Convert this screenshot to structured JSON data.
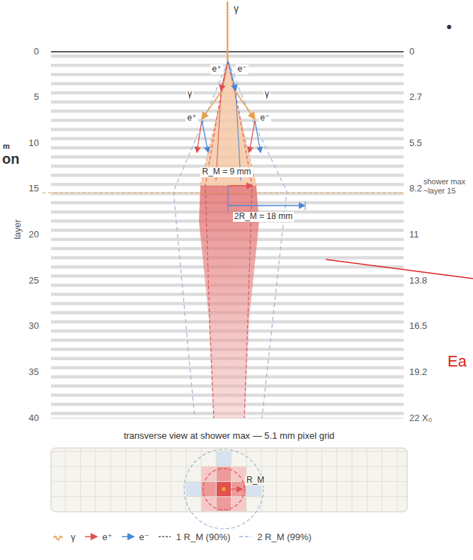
{
  "diagram": {
    "nodes": [
      {
        "text": [
          "transverse view at shower max — 5.1 mm pixel grid",
          "R_M"
        ]
      }
    ],
    "labels": [
      "γ",
      "e⁺",
      "e⁻",
      "γ",
      "γ",
      "e⁺",
      "e⁻",
      "R_M = 9 mm",
      "2R_M = 18 mm",
      "shower max ~layer 15",
      "layer",
      "0",
      "5",
      "10",
      "15",
      "20",
      "25",
      "30",
      "35",
      "40",
      "0",
      "2.7",
      "5.5",
      "8.2",
      "11",
      "13.8",
      "16.5",
      "19.2",
      "22 X₀",
      "m",
      "on",
      "Ea",
      "●"
    ],
    "legend": [
      {
        "text": "γ"
      },
      {
        "text": "e⁺"
      },
      {
        "text": "e⁻"
      },
      {
        "text": "1 R_M (90%)"
      },
      {
        "text": "2 R_M (99%)"
      }
    ]
  }
}
